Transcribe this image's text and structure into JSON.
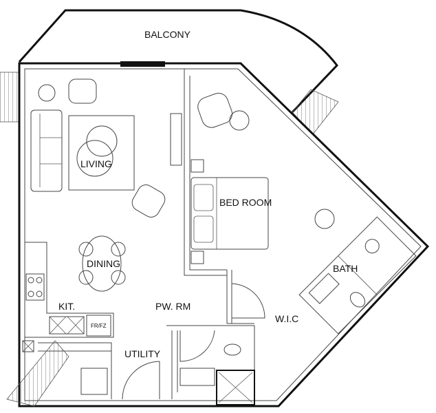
{
  "rooms": {
    "balcony": "BALCONY",
    "living": "LIVING",
    "bedroom": "BED ROOM",
    "dining": "DINING",
    "kitchen": "KIT.",
    "powder_room": "PW. RM",
    "walk_in_closet": "W.I.C",
    "bath": "BATH",
    "utility": "UTILITY"
  },
  "fixtures": {
    "fridge_freezer": "FR/FZ"
  }
}
